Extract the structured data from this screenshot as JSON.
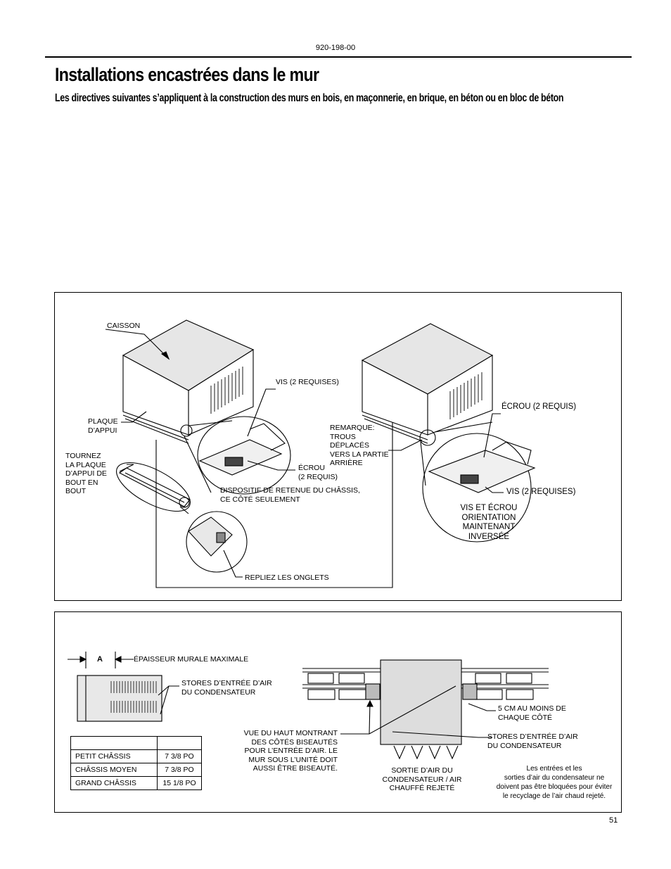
{
  "header": {
    "doc_number": "920-198-00"
  },
  "title": "Installations encastrées dans le mur",
  "subtitle": "Les directives suivantes s’appliquent à la construction des murs en bois, en maçonnerie, en brique, en béton ou en bloc de béton",
  "figure1": {
    "labels": {
      "caisson": "CAISSON",
      "plaque_appui": "PLAQUE\nD’APPUI",
      "tournez": "TOURNEZ\nLA PLAQUE\nD’APPUI DE\nBOUT EN\nBOUT",
      "vis_left": "VIS (2 REQUISES)",
      "ecrou_left": "ÉCROU\n(2 REQUIS)",
      "dispositif": "DISPOSITIF DE RETENUE DU CHÂSSIS,\nCE CÔTÉ SEULEMENT",
      "repliez": "REPLIEZ LES ONGLETS",
      "remarque": "REMARQUE:\nTROUS\nDÉPLACÉS\nVERS LA PARTIE\nARRIÈRE",
      "ecrou_right": "ÉCROU (2 REQUIS)",
      "vis_right": "VIS (2 REQUISES)",
      "vis_ecrou_orient": "VIS ET ÉCROU\nORIENTATION\nMAINTENANT\nINVERSÉE"
    }
  },
  "figure2": {
    "labels": {
      "dim_a": "A",
      "epaisseur": "ÉPAISSEUR MURALE MAXIMALE",
      "stores_left": "STORES D’ENTRÉE D’AIR\nDU CONDENSATEUR",
      "vue_haut": "VUE DU HAUT MONTRANT\nDES CÔTÉS BISEAUTÉS\nPOUR L’ENTRÉE D’AIR. LE\nMUR SOUS L’UNITÉ DOIT\nAUSSI ÊTRE BISEAUTÉ.",
      "sortie": "SORTIE D’AIR DU\nCONDENSATEUR / AIR\nCHAUFFÉ REJETÉ",
      "cinq_cm": "5 CM AU MOINS DE\nCHAQUE CÔTÉ",
      "stores_right": "STORES D’ENTRÉE D’AIR\nDU CONDENSATEUR",
      "note": "Les entrées et les\nsorties d’air du condensateur ne\ndoivent pas être bloquées pour éviter\nle recyclage de l’air chaud rejeté."
    },
    "table": {
      "rows": [
        [
          "PETIT CHÂSSIS",
          "7 3/8 PO"
        ],
        [
          "CHÂSSIS MOYEN",
          "7 3/8 PO"
        ],
        [
          "GRAND CHÂSSIS",
          "15 1/8 PO"
        ]
      ]
    }
  },
  "footer": {
    "page_number": "51"
  }
}
